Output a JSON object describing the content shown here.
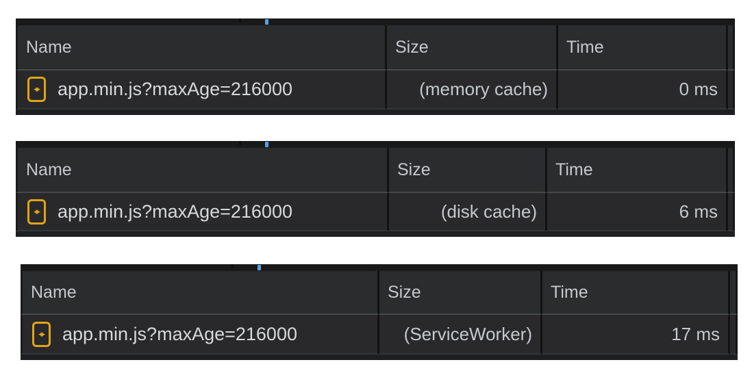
{
  "app": "devtools-network-panel",
  "theme": {
    "page_background": "#ffffff",
    "header_background": "#2b2c2e",
    "row_background": "#29292b",
    "overview_strip_background": "#19191a",
    "header_text": "#c6c9cb",
    "row_text": "#d6d8d9",
    "scroll_indicator_color": "#55a2e6",
    "script_icon_color": "#dfa514"
  },
  "icon": {
    "script_file_glyph": "◂▸"
  },
  "columns": {
    "name": "Name",
    "size": "Size",
    "time": "Time"
  },
  "tables": [
    {
      "name": "app.min.js?maxAge=216000",
      "size": "(memory cache)",
      "time": "0 ms"
    },
    {
      "name": "app.min.js?maxAge=216000",
      "size": "(disk cache)",
      "time": "6 ms"
    },
    {
      "name": "app.min.js?maxAge=216000",
      "size": "(ServiceWorker)",
      "time": "17 ms"
    }
  ]
}
